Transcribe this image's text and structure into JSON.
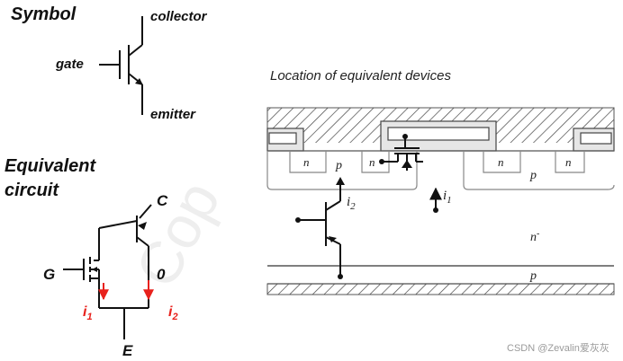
{
  "symbol": {
    "heading": "Symbol",
    "gate_label": "gate",
    "collector_label": "collector",
    "emitter_label": "emitter"
  },
  "equivalent": {
    "heading_line1": "Equivalent",
    "heading_line2": "circuit",
    "c_label": "C",
    "g_label": "G",
    "e_label": "E",
    "zero_label": "0",
    "i1_label": "i",
    "i1_sub": "1",
    "i2_label": "i",
    "i2_sub": "2",
    "current_color": "#e8211c"
  },
  "cross_section": {
    "title": "Location of equivalent devices",
    "n_label": "n",
    "p_label": "p",
    "n_minus_label": "n",
    "n_minus_sup": "-",
    "i1_label": "i",
    "i1_sub": "1",
    "i2_label": "i",
    "i2_sub": "2"
  },
  "watermark": {
    "text": "Cop",
    "footer": "CSDN @Zevalin爱灰灰"
  }
}
